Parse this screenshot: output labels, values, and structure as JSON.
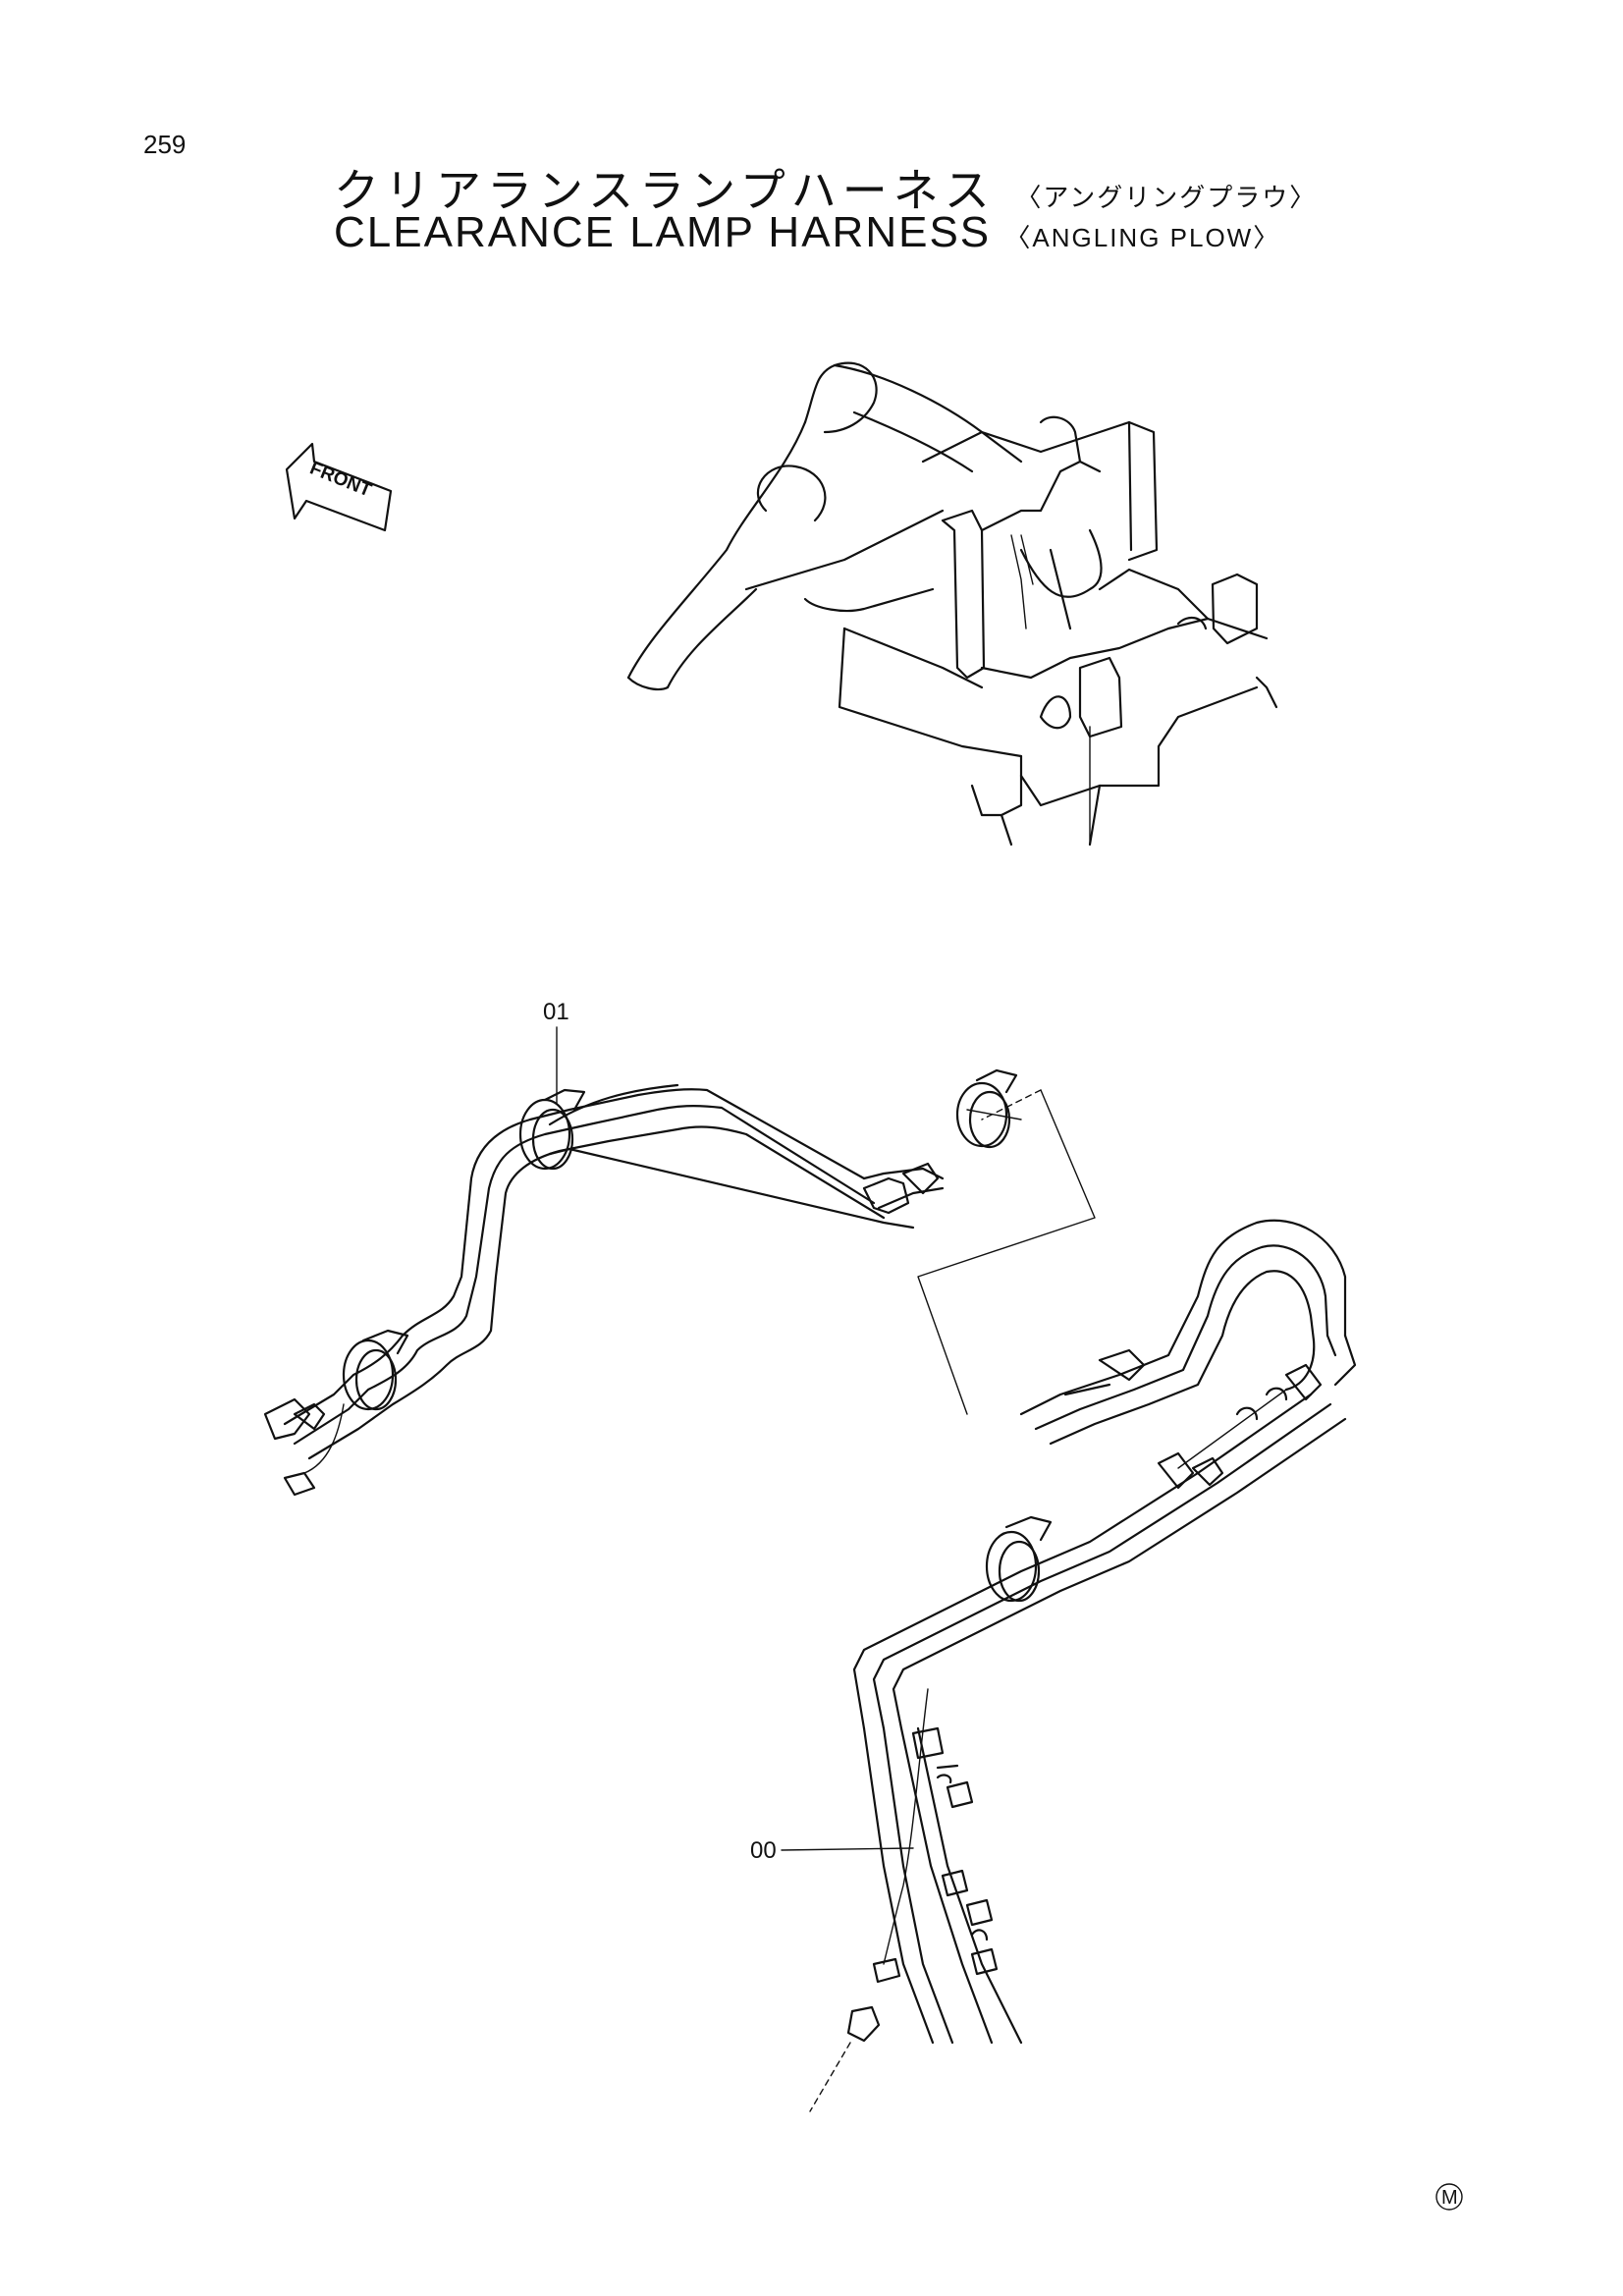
{
  "page": {
    "number": "259"
  },
  "title": {
    "japanese": "クリアランスランプハーネス",
    "japanese_sub": "〈アングリングプラウ〉",
    "english": "CLEARANCE LAMP HARNESS",
    "english_sub": "〈ANGLING PLOW〉"
  },
  "front_arrow": {
    "label": "FRONT",
    "icon": "front-arrow-icon"
  },
  "callouts": [
    {
      "label": "01",
      "part": "clamp"
    },
    {
      "label": "00",
      "part": "harness"
    }
  ],
  "footer": {
    "mark": "M"
  }
}
